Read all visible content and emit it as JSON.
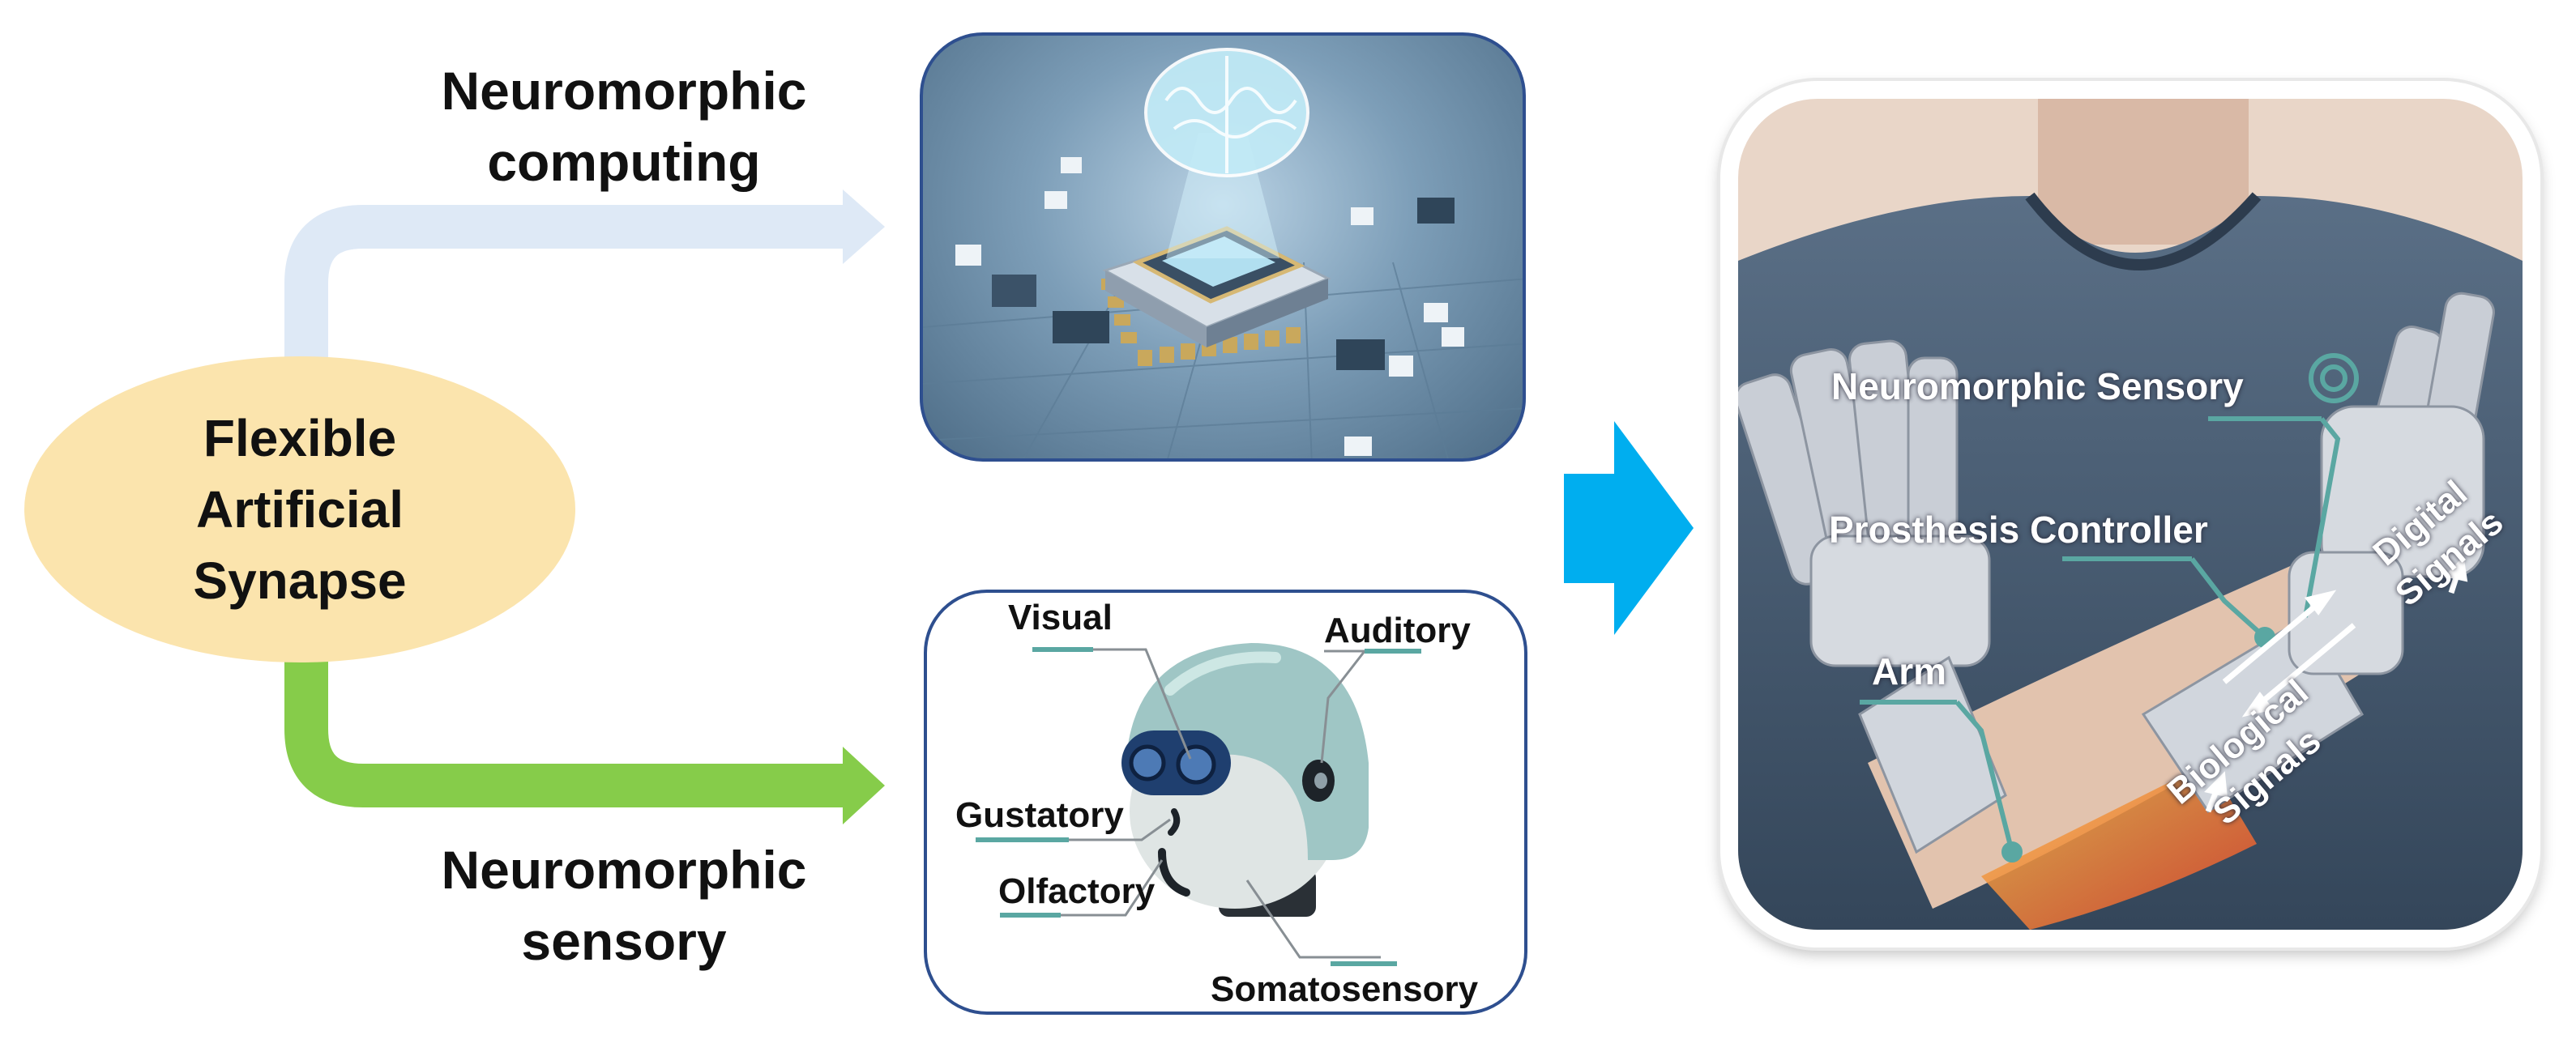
{
  "center": {
    "label_lines": [
      "Flexible",
      "Artificial",
      "Synapse"
    ]
  },
  "top_branch": {
    "label_lines": [
      "Neuromorphic",
      "computing"
    ]
  },
  "bottom_branch": {
    "label_lines": [
      "Neuromorphic",
      "sensory"
    ]
  },
  "sensory_panel": {
    "labels": {
      "visual": "Visual",
      "auditory": "Auditory",
      "gustatory": "Gustatory",
      "olfactory": "Olfactory",
      "somatosensory": "Somatosensory"
    }
  },
  "prosthesis_panel": {
    "labels": {
      "neuromorphic_sensory": "Neuromorphic Sensory",
      "prosthesis_controller": "Prosthesis Controller",
      "arm": "Arm",
      "biological_line1": "Biological",
      "biological_line2": "Signals",
      "digital_line1": "Digital",
      "digital_line2": "Signals"
    }
  },
  "colors": {
    "synapse_fill": "#fbe4ad",
    "top_arrow": "#dee9f6",
    "bottom_arrow": "#86cc4a",
    "main_arrow": "#00aeef",
    "panel_border": "#2e4f8f",
    "annotation_line": "#5aa7a2"
  }
}
